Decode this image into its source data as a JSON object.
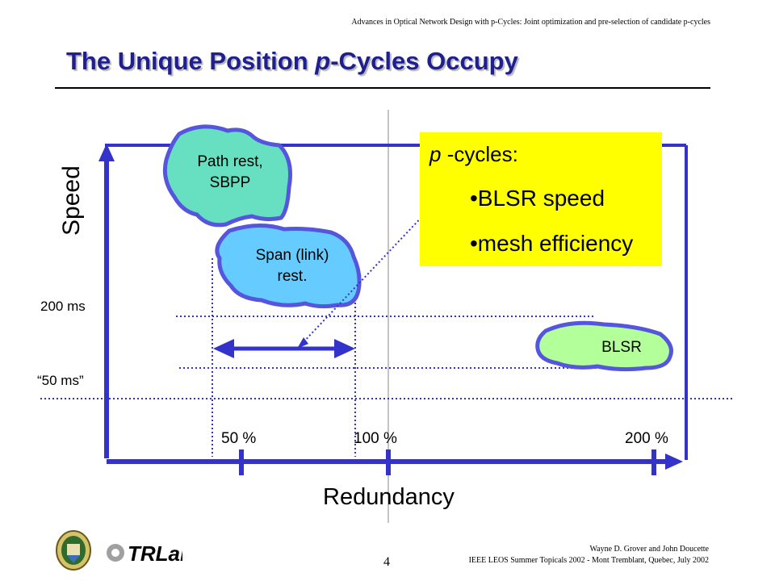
{
  "header": {
    "text": "Advances in Optical Network Design with p-Cycles: Joint optimization and pre-selection of candidate p-cycles"
  },
  "title": {
    "prefix": "The Unique Position ",
    "italic": "p",
    "suffix": "-Cycles Occupy"
  },
  "axes": {
    "y_label": "Speed",
    "x_label": "Redundancy"
  },
  "speed_ticks": [
    {
      "label": "200 ms"
    },
    {
      "label": "“50 ms”"
    }
  ],
  "redundancy_ticks": [
    {
      "label": "50 %"
    },
    {
      "label": "100 %"
    },
    {
      "label": "200 %"
    }
  ],
  "regions": {
    "path_rest": {
      "line1": "Path rest,",
      "line2": "SBPP",
      "color": "#66e0c0"
    },
    "span_rest": {
      "line1": "Span (link)",
      "line2": "rest.",
      "color": "#66ccff"
    },
    "blsr": {
      "line1": "BLSR",
      "color": "#b3ff99"
    }
  },
  "callout": {
    "head_italic": "p",
    "head_rest": " -cycles:",
    "bullet1": "•BLSR speed",
    "bullet2": "•mesh efficiency",
    "color": "#ffff00"
  },
  "colors": {
    "axis": "#3333cc",
    "blob_outline": "#5555dd",
    "title": "#1f1f8f"
  },
  "footer": {
    "authors": "Wayne D. Grover and John Doucette",
    "venue": "IEEE LEOS Summer Topicals 2002 - Mont Tremblant, Quebec, July 2002",
    "page": "4",
    "logo_text": "TRLabs"
  }
}
